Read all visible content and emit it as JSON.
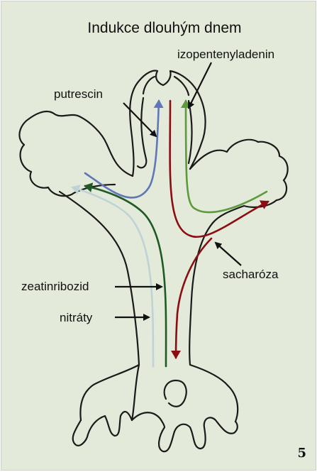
{
  "title": "Indukce dlouhým dnem",
  "labels": {
    "putrescin": "putrescin",
    "izopentenyladenin": "izopentenyladenin",
    "zeatinribozid": "zeatinribozid",
    "nitraty": "nitráty",
    "sacharoza": "sacharóza"
  },
  "page_number": "5",
  "colors": {
    "background": "#e3ead9",
    "outline": "#1a1a1a",
    "putrescin_flow": "#5f76b8",
    "izopentenyladenin_flow": "#5c9a3c",
    "sacharoza_flow": "#8b0d12",
    "zeatinribozid_flow": "#1f5a26",
    "nitraty_flow": "#bfd3d6"
  }
}
